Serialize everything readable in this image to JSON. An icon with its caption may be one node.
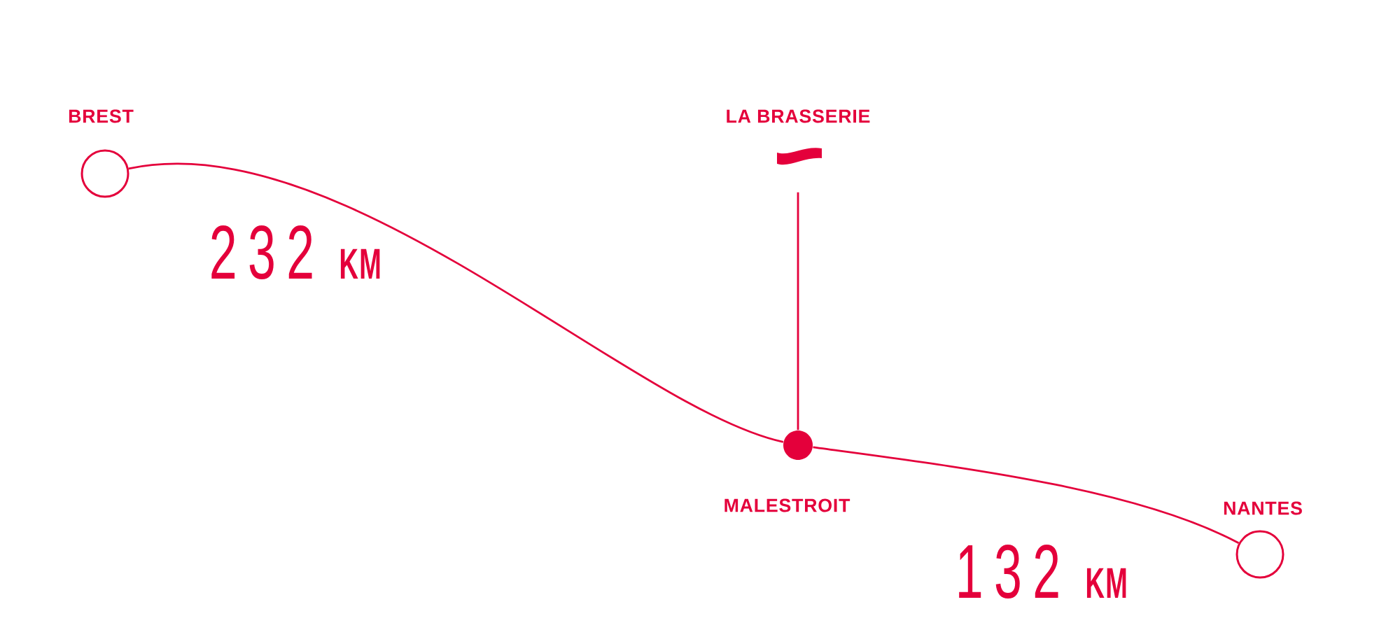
{
  "diagram": {
    "nodes": [
      {
        "text": [
          "BREST"
        ]
      },
      {
        "text": [
          "LA BRASSERIE"
        ]
      },
      {
        "text": [
          "MALESTROIT"
        ]
      },
      {
        "text": [
          "NANTES"
        ]
      }
    ],
    "edges": [
      {
        "from": 0,
        "to": 2,
        "arrow": "none",
        "label": "232 KM"
      },
      {
        "from": 2,
        "to": 3,
        "arrow": "none",
        "label": "132 KM"
      },
      {
        "from": 2,
        "to": 1,
        "arrow": "none"
      }
    ]
  }
}
